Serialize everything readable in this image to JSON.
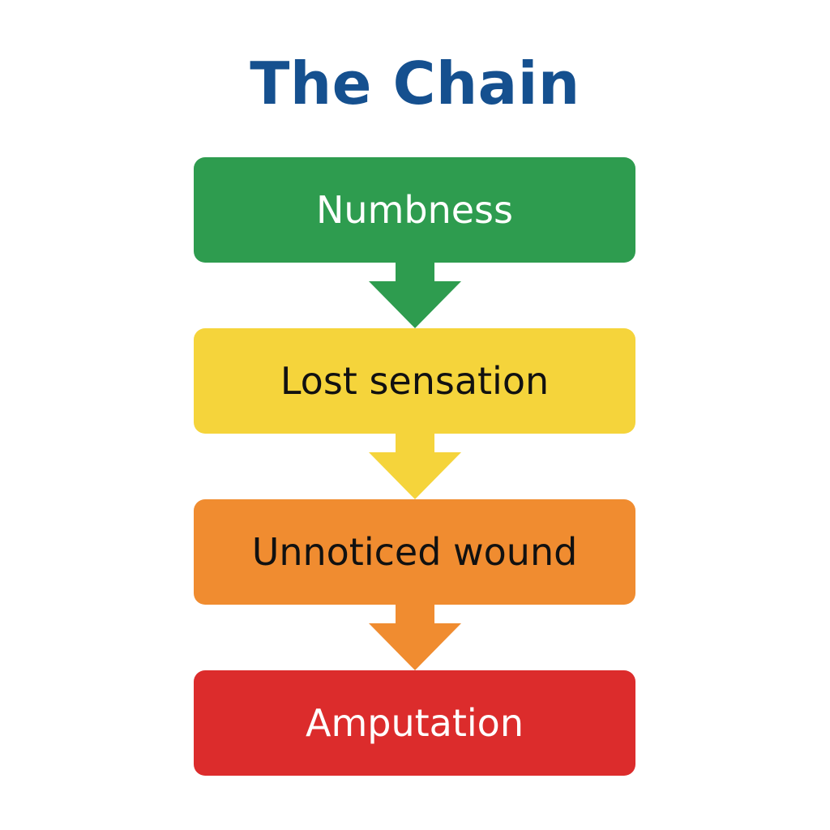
{
  "diagram": {
    "title": "The Chain",
    "title_color": "#15508f",
    "steps": [
      {
        "label": "Numbness",
        "fill": "#2e9c4f",
        "text_color": "#ffffff"
      },
      {
        "label": "Lost sensation",
        "fill": "#f5d43b",
        "text_color": "#111111"
      },
      {
        "label": "Unnoticed wound",
        "fill": "#f08c30",
        "text_color": "#111111"
      },
      {
        "label": "Amputation",
        "fill": "#dc2c2c",
        "text_color": "#ffffff"
      }
    ],
    "connectors": [
      {
        "from": "Numbness",
        "to": "Lost sensation",
        "icon": "arrow-down-icon",
        "color": "#2e9c4f"
      },
      {
        "from": "Lost sensation",
        "to": "Unnoticed wound",
        "icon": "arrow-down-icon",
        "color": "#f5d43b"
      },
      {
        "from": "Unnoticed wound",
        "to": "Amputation",
        "icon": "arrow-down-icon",
        "color": "#f08c30"
      }
    ]
  }
}
